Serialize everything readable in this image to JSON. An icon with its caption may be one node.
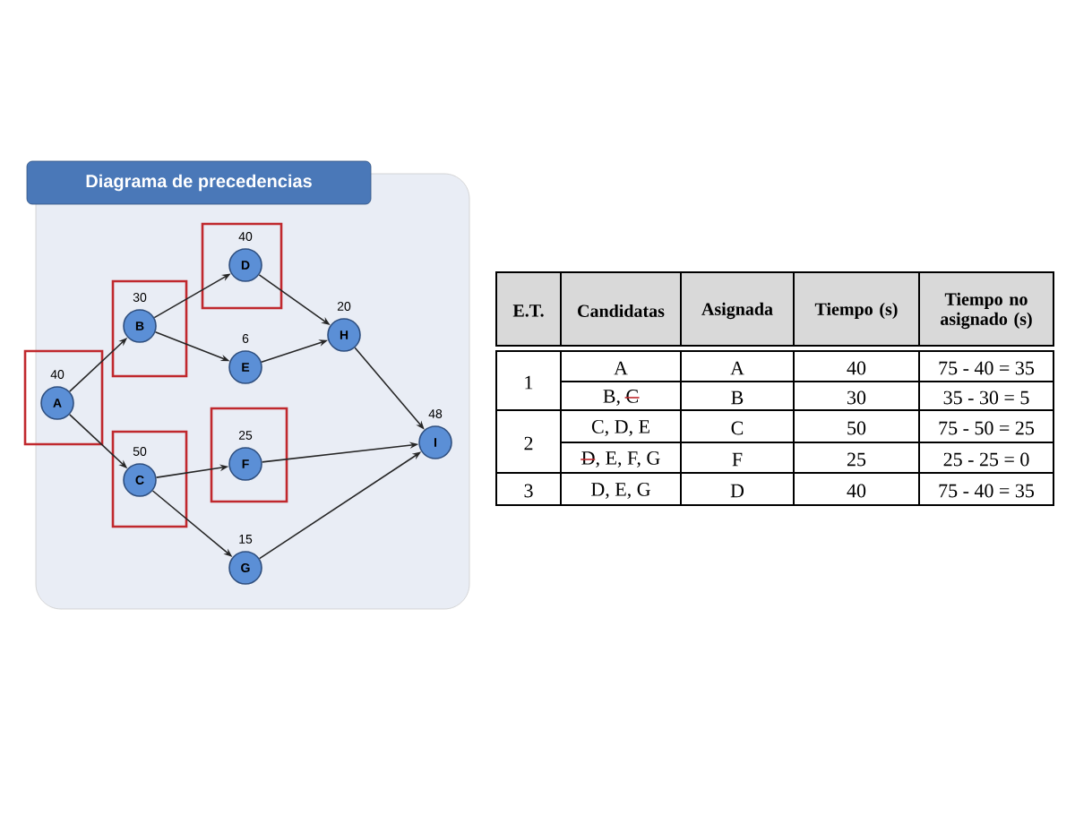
{
  "diagram": {
    "nodes": [
      {
        "text": [
          "Diagrama de precedencias"
        ]
      },
      {
        "text": [],
        "shape": "box",
        "in": 0
      },
      {
        "text": [
          "A"
        ],
        "beside": [
          "40"
        ],
        "in": 1
      },
      {
        "text": [],
        "shape": "box",
        "in": 0
      },
      {
        "text": [
          "B"
        ],
        "beside": [
          "30"
        ],
        "in": 3
      },
      {
        "text": [],
        "shape": "box",
        "in": 0
      },
      {
        "text": [
          "C"
        ],
        "beside": [
          "50"
        ],
        "in": 5
      },
      {
        "text": [],
        "shape": "box",
        "in": 0
      },
      {
        "text": [
          "D"
        ],
        "beside": [
          "40"
        ],
        "in": 7
      },
      {
        "text": [
          "E"
        ],
        "beside": [
          "6"
        ],
        "in": 0
      },
      {
        "text": [],
        "shape": "box",
        "in": 0
      },
      {
        "text": [
          "F"
        ],
        "beside": [
          "25"
        ],
        "in": 10
      },
      {
        "text": [
          "G"
        ],
        "beside": [
          "15"
        ],
        "in": 0
      },
      {
        "text": [
          "H"
        ],
        "beside": [
          "20"
        ],
        "in": 0
      },
      {
        "text": [
          "I"
        ],
        "beside": [
          "48"
        ],
        "in": 0
      }
    ],
    "edges": [
      {
        "from": 2,
        "to": 4,
        "arrow": "to"
      },
      {
        "from": 2,
        "to": 6,
        "arrow": "to"
      },
      {
        "from": 4,
        "to": 8,
        "arrow": "to"
      },
      {
        "from": 4,
        "to": 9,
        "arrow": "to"
      },
      {
        "from": 6,
        "to": 11,
        "arrow": "to"
      },
      {
        "from": 6,
        "to": 12,
        "arrow": "to"
      },
      {
        "from": 8,
        "to": 13,
        "arrow": "to"
      },
      {
        "from": 9,
        "to": 13,
        "arrow": "to"
      },
      {
        "from": 13,
        "to": 14,
        "arrow": "to"
      },
      {
        "from": 11,
        "to": 14,
        "arrow": "to"
      },
      {
        "from": 12,
        "to": 14,
        "arrow": "to"
      }
    ],
    "labels": [
      "E.T.",
      "Candidatas",
      "Asignada",
      "Tiempo (s)",
      "Tiempo no asignado (s)",
      "1",
      "A",
      "A",
      "40",
      "75 - 40 = 35",
      "B, C",
      "B",
      "30",
      "35 - 30 = 5",
      "2",
      "C, D, E",
      "C",
      "50",
      "75 - 50 = 25",
      "D, E, F, G",
      "F",
      "25",
      "25 - 25 = 0",
      "3",
      "D, E, G",
      "D",
      "40",
      "75 - 40 = 35"
    ]
  }
}
